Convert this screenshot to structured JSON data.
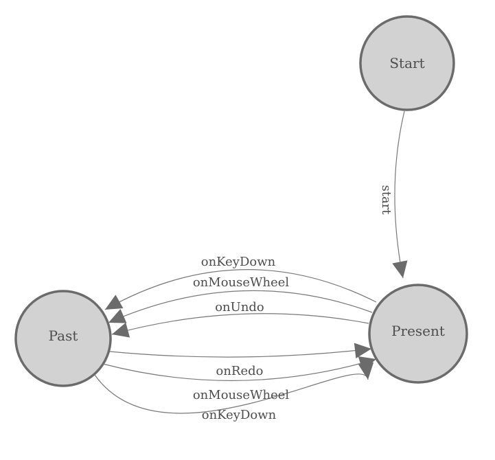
{
  "diagram": {
    "kind": "state-machine",
    "nodes": [
      {
        "id": "start",
        "label": "Start"
      },
      {
        "id": "present",
        "label": "Present"
      },
      {
        "id": "past",
        "label": "Past"
      }
    ],
    "edges": [
      {
        "from": "start",
        "to": "present",
        "label": "start"
      },
      {
        "from": "present",
        "to": "past",
        "label": "onKeyDown"
      },
      {
        "from": "present",
        "to": "past",
        "label": "onMouseWheel"
      },
      {
        "from": "present",
        "to": "past",
        "label": "onUndo"
      },
      {
        "from": "past",
        "to": "present",
        "label": "onRedo"
      },
      {
        "from": "past",
        "to": "present",
        "label": "onMouseWheel"
      },
      {
        "from": "past",
        "to": "present",
        "label": "onKeyDown"
      }
    ]
  },
  "colors": {
    "node_fill": "#d2d2d2",
    "node_stroke": "#6b6b6b",
    "edge_stroke": "#787878",
    "arrow_fill": "#6b6b6b",
    "label_text": "#4d4d4d",
    "background": "#ffffff"
  }
}
